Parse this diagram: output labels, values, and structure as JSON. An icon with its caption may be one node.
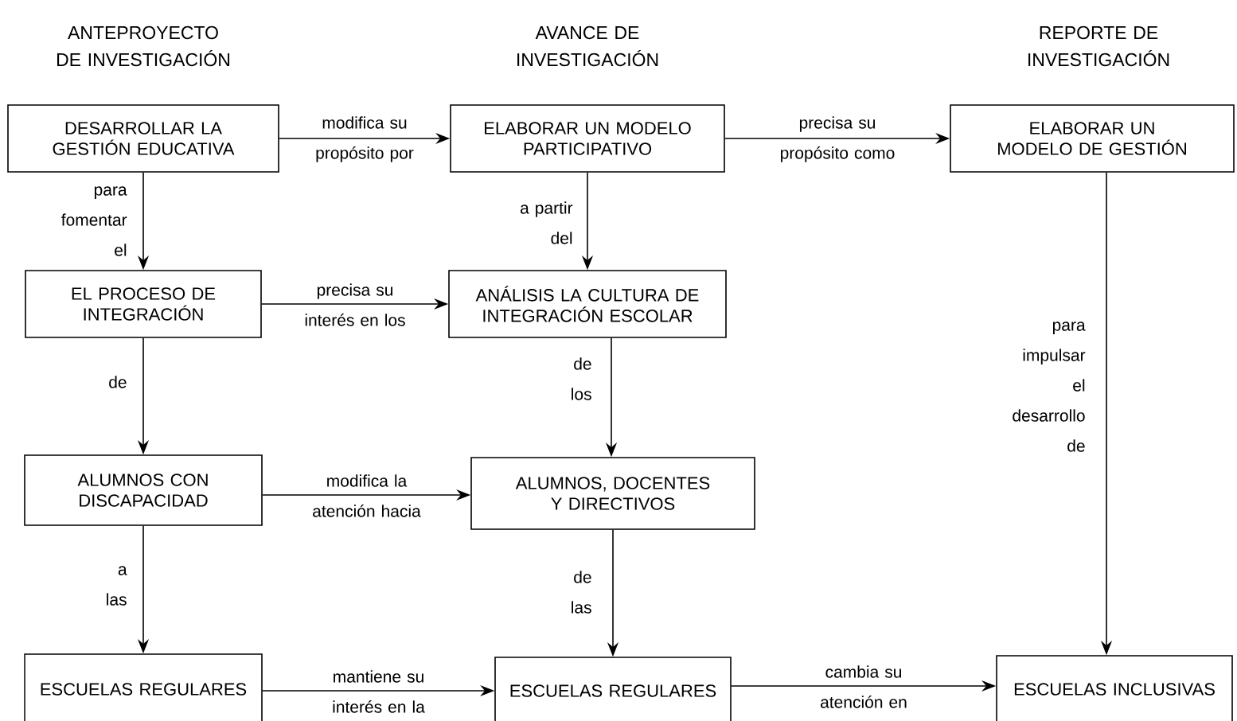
{
  "diagram": {
    "nodes": [
      {
        "text": [
          "DESARROLLAR LA GESTIÓN EDUCATIVA"
        ]
      },
      {
        "text": [
          "ELABORAR UN MODELO PARTICIPATIVO"
        ]
      },
      {
        "text": [
          "ELABORAR UN MODELO DE GESTIÓN"
        ]
      },
      {
        "text": [
          "EL PROCESO DE INTEGRACIÓN"
        ]
      },
      {
        "text": [
          "ANÁLISIS LA CULTURA DE INTEGRACIÓN ESCOLAR"
        ]
      },
      {
        "text": [
          "ALUMNOS CON DISCAPACIDAD"
        ]
      },
      {
        "text": [
          "ALUMNOS, DOCENTES Y DIRECTIVOS"
        ]
      },
      {
        "text": [
          "ESCUELAS REGULARES"
        ]
      },
      {
        "text": [
          "ESCUELAS REGULARES"
        ]
      },
      {
        "text": [
          "ESCUELAS INCLUSIVAS"
        ]
      }
    ],
    "edges": [
      {
        "from": 0,
        "to": 1,
        "arrow": "to",
        "label": "modifica su propósito por"
      },
      {
        "from": 1,
        "to": 2,
        "arrow": "to",
        "label": "precisa su propósito como"
      },
      {
        "from": 0,
        "to": 3,
        "arrow": "to",
        "label": "para fomentar el"
      },
      {
        "from": 1,
        "to": 4,
        "arrow": "to",
        "label": "a partir del"
      },
      {
        "from": 2,
        "to": 9,
        "arrow": "to",
        "label": "para impulsar el desarrollo de"
      },
      {
        "from": 3,
        "to": 4,
        "arrow": "to",
        "label": "precisa su interés en los"
      },
      {
        "from": 3,
        "to": 5,
        "arrow": "to",
        "label": "de"
      },
      {
        "from": 4,
        "to": 6,
        "arrow": "to",
        "label": "de los"
      },
      {
        "from": 5,
        "to": 6,
        "arrow": "to",
        "label": "modifica la atención hacia"
      },
      {
        "from": 5,
        "to": 7,
        "arrow": "to",
        "label": "a las"
      },
      {
        "from": 6,
        "to": 8,
        "arrow": "to",
        "label": "de las"
      },
      {
        "from": 7,
        "to": 8,
        "arrow": "to",
        "label": "mantiene su interés en la"
      },
      {
        "from": 8,
        "to": 9,
        "arrow": "to",
        "label": "cambia su atención en"
      }
    ],
    "labels": [
      "ANTEPROYECTO DE INVESTIGACIÓN",
      "AVANCE DE INVESTIGACIÓN",
      "REPORTE DE INVESTIGACIÓN"
    ]
  }
}
